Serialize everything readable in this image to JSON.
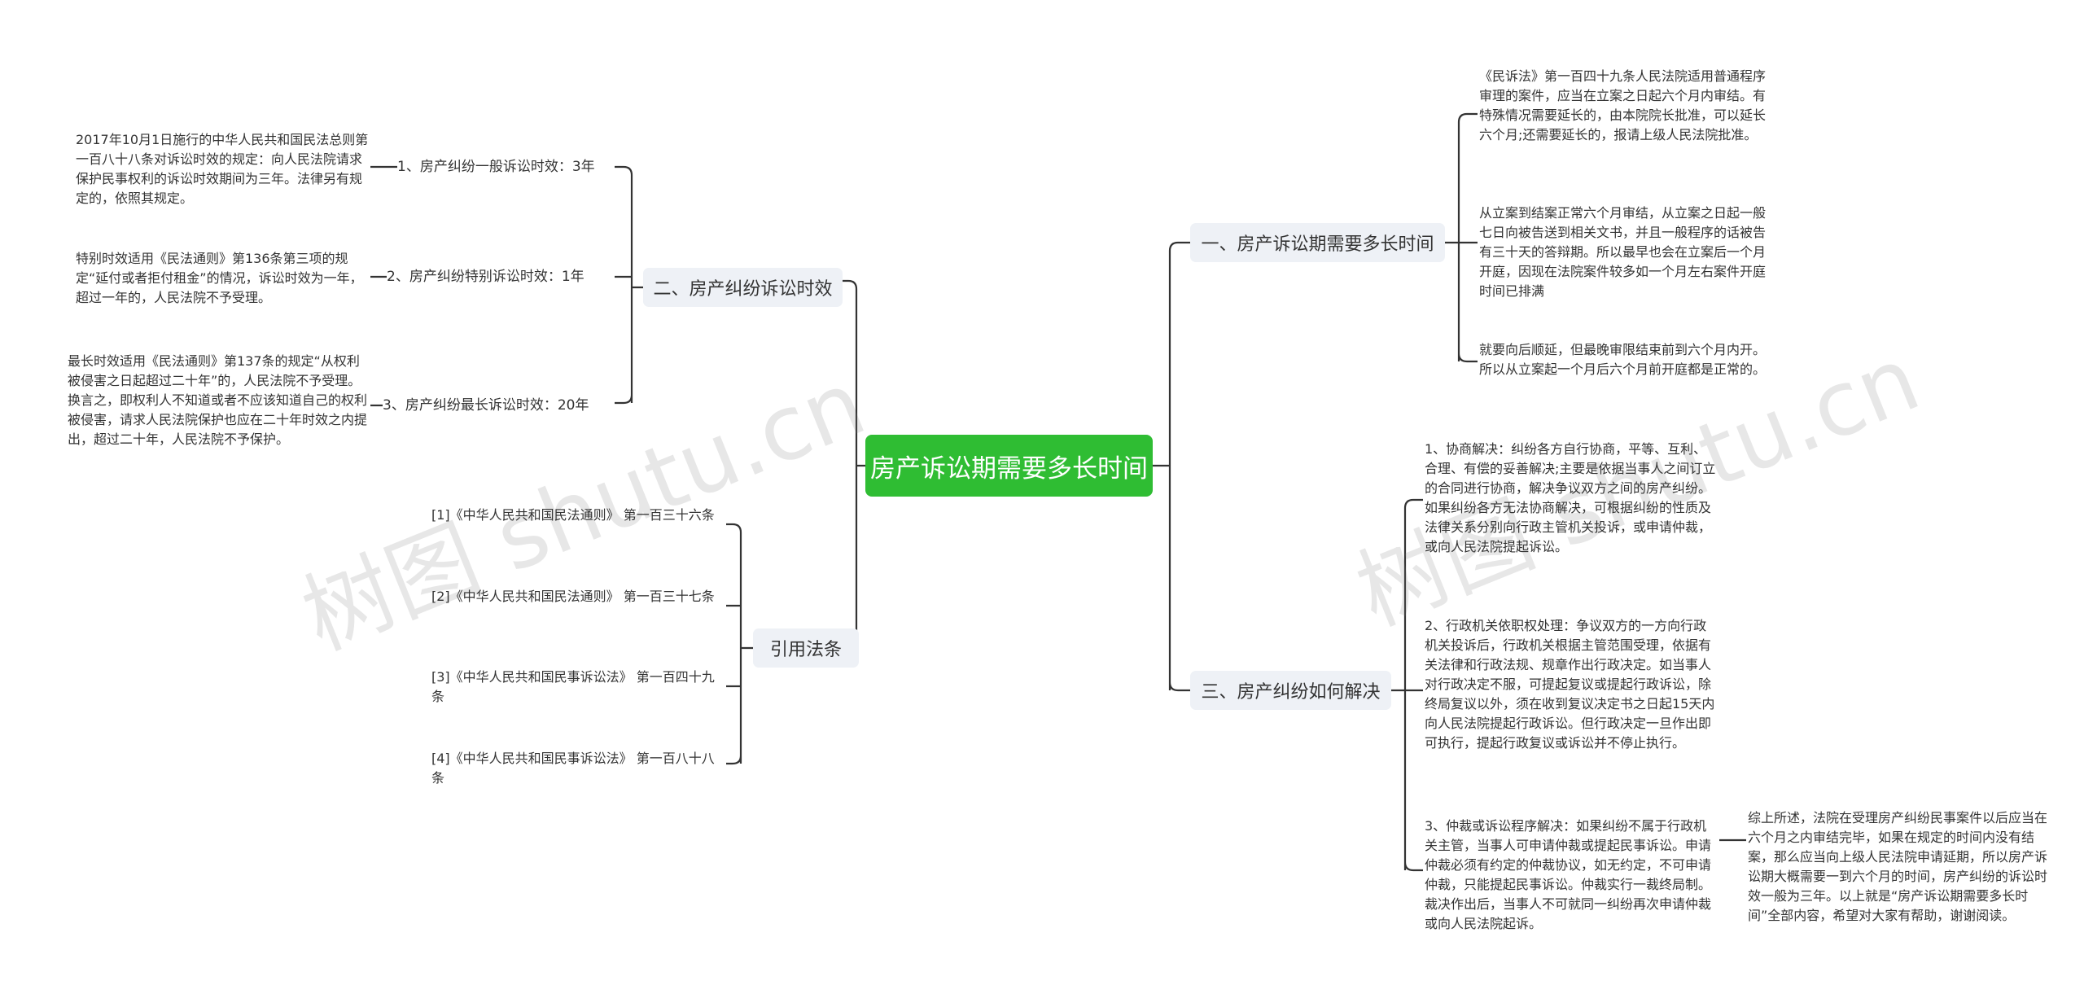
{
  "root": {
    "label": "房产诉讼期需要多长时间"
  },
  "watermark": "树图 shutu.cn",
  "left": {
    "branch2": {
      "label": "二、房产纠纷诉讼时效",
      "items": [
        {
          "label": "1、房产纠纷一般诉讼时效：3年",
          "detail": "2017年10月1日施行的中华人民共和国民法总则第一百八十八条对诉讼时效的规定：向人民法院请求保护民事权利的诉讼时效期间为三年。法律另有规定的，依照其规定。"
        },
        {
          "label": "2、房产纠纷特别诉讼时效：1年",
          "detail": "特别时效适用《民法通则》第136条第三项的规定“延付或者拒付租金”的情况，诉讼时效为一年，超过一年的，人民法院不予受理。"
        },
        {
          "label": "3、房产纠纷最长诉讼时效：20年",
          "detail": "最长时效适用《民法通则》第137条的规定“从权利被侵害之日起超过二十年”的，人民法院不予受理。换言之，即权利人不知道或者不应该知道自己的权利被侵害，请求人民法院保护也应在二十年时效之内提出，超过二十年，人民法院不予保护。"
        }
      ]
    },
    "refs": {
      "label": "引用法条",
      "items": [
        "[1]《中华人民共和国民法通则》 第一百三十六条",
        "[2]《中华人民共和国民法通则》 第一百三十七条",
        "[3]《中华人民共和国民事诉讼法》 第一百四十九条",
        "[4]《中华人民共和国民事诉讼法》 第一百八十八条"
      ]
    }
  },
  "right": {
    "branch1": {
      "label": "一、房产诉讼期需要多长时间",
      "items": [
        "《民诉法》第一百四十九条人民法院适用普通程序审理的案件，应当在立案之日起六个月内审结。有特殊情况需要延长的，由本院院长批准，可以延长六个月;还需要延长的，报请上级人民法院批准。",
        "从立案到结案正常六个月审结，从立案之日起一般七日向被告送到相关文书，并且一般程序的话被告有三十天的答辩期。所以最早也会在立案后一个月开庭，因现在法院案件较多如一个月左右案件开庭时间已排满",
        "就要向后顺延，但最晚审限结束前到六个月内开。所以从立案起一个月后六个月前开庭都是正常的。"
      ]
    },
    "branch3": {
      "label": "三、房产纠纷如何解决",
      "items": [
        "1、协商解决：纠纷各方自行协商，平等、互利、合理、有偿的妥善解决;主要是依据当事人之间订立的合同进行协商，解决争议双方之间的房产纠纷。如果纠纷各方无法协商解决，可根据纠纷的性质及法律关系分别向行政主管机关投诉，或申请仲裁，或向人民法院提起诉讼。",
        "2、行政机关依职权处理：争议双方的一方向行政机关投诉后，行政机关根据主管范围受理，依据有关法律和行政法规、规章作出行政决定。如当事人对行政决定不服，可提起复议或提起行政诉讼，除终局复议以外，须在收到复议决定书之日起15天内向人民法院提起行政诉讼。但行政决定一旦作出即可执行，提起行政复议或诉讼并不停止执行。",
        "3、仲裁或诉讼程序解决：如果纠纷不属于行政机关主管，当事人可申请仲裁或提起民事诉讼。申请仲裁必须有约定的仲裁协议，如无约定，不可申请仲裁，只能提起民事诉讼。仲裁实行一裁终局制。裁决作出后，当事人不可就同一纠纷再次申请仲裁或向人民法院起诉。"
      ],
      "summary": "综上所述，法院在受理房产纠纷民事案件以后应当在六个月之内审结完毕，如果在规定的时间内没有结案，那么应当向上级人民法院申请延期，所以房产诉讼期大概需要一到六个月的时间，房产纠纷的诉讼时效一般为三年。以上就是“房产诉讼期需要多长时间”全部内容，希望对大家有帮助，谢谢阅读。"
    }
  }
}
